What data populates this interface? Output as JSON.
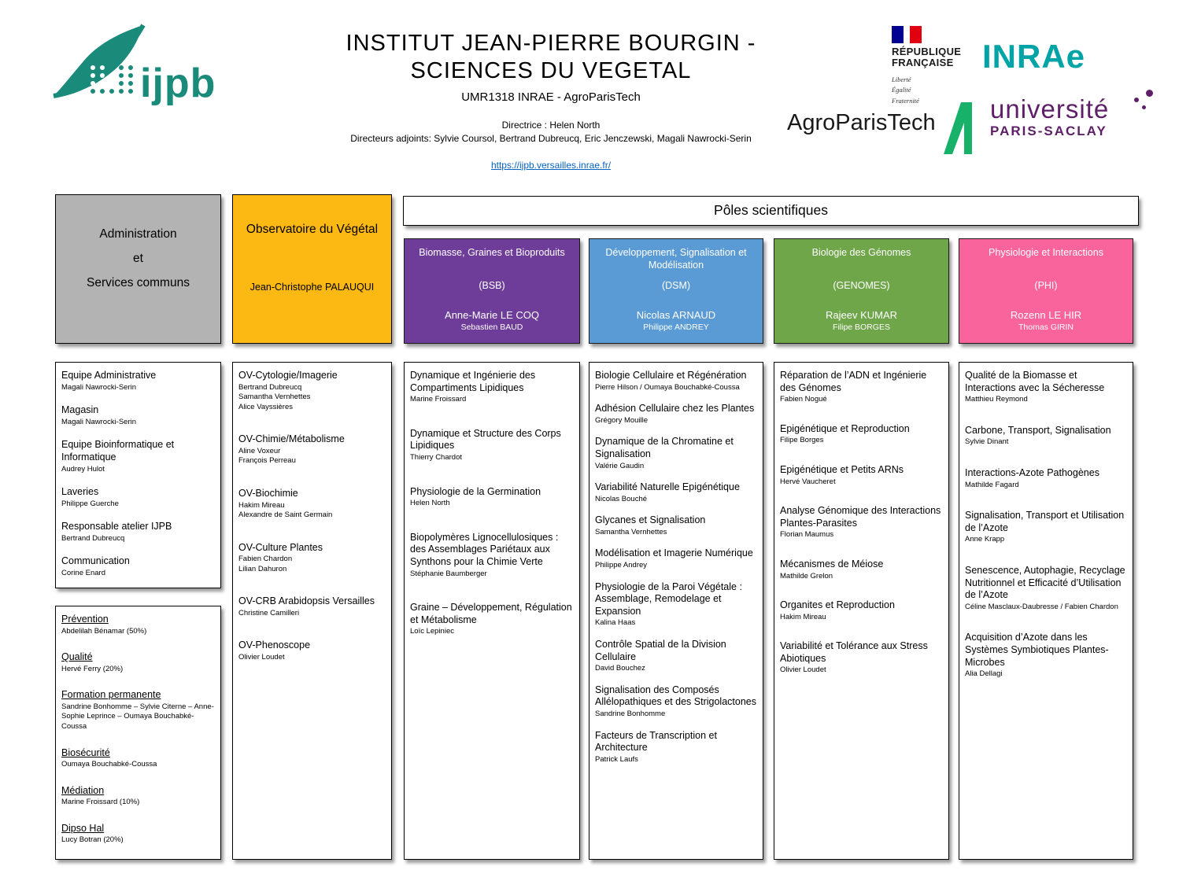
{
  "header": {
    "title_line1": "INSTITUT JEAN-PIERRE BOURGIN -",
    "title_line2": "SCIENCES DU VEGETAL",
    "subtitle": "UMR1318 INRAE - AgroParisTech",
    "director": "Directrice : Helen North",
    "deputies": "Directeurs adjoints: Sylvie Coursol, Bertrand Dubreucq, Eric Jenczewski, Magali Nawrocki-Serin",
    "link": "https://ijpb.versailles.inrae.fr/"
  },
  "logos": {
    "ijpb": {
      "text": "ijpb",
      "color": "#1a8a7a"
    },
    "republique": {
      "line1": "RÉPUBLIQUE",
      "line2": "FRANÇAISE",
      "motto1": "Liberté",
      "motto2": "Égalité",
      "motto3": "Fraternité"
    },
    "inrae": {
      "text": "INRAe",
      "color": "#00a3a6"
    },
    "agroparistech": {
      "text": "AgroParisTech",
      "color": "#17b169"
    },
    "upsaclay": {
      "line1": "université",
      "line2": "PARIS-SACLAY",
      "color": "#5e1e68"
    }
  },
  "administration": {
    "header": {
      "line1": "Administration",
      "line2": "et",
      "line3": "Services communs",
      "color": "#b3b3b3"
    },
    "services": [
      {
        "title": "Equipe Administrative",
        "names": [
          "Magali Nawrocki-Serin"
        ]
      },
      {
        "title": "Magasin",
        "names": [
          "Magali Nawrocki-Serin"
        ]
      },
      {
        "title": "Equipe Bioinformatique et Informatique",
        "names": [
          "Audrey Hulot"
        ]
      },
      {
        "title": "Laveries",
        "names": [
          "Philippe Guerche"
        ]
      },
      {
        "title": "Responsable atelier IJPB",
        "names": [
          "Bertrand Dubreucq"
        ]
      },
      {
        "title": "Communication",
        "names": [
          "Corine Enard"
        ]
      }
    ],
    "missions": [
      {
        "title": "Prévention",
        "names": [
          "Abdelilah Bénamar (50%)"
        ]
      },
      {
        "title": "Qualité",
        "names": [
          "Hervé Ferry (20%)"
        ]
      },
      {
        "title": "Formation permanente",
        "names": [
          "Sandrine Bonhomme – Sylvie Citerne – Anne-Sophie Leprince – Oumaya Bouchabké-Coussa"
        ]
      },
      {
        "title": "Biosécurité",
        "names": [
          "Oumaya Bouchabké-Coussa"
        ]
      },
      {
        "title": "Médiation",
        "names": [
          "Marine Froissard (10%)"
        ]
      },
      {
        "title": "Dipso Hal",
        "names": [
          "Lucy Botran (20%)"
        ]
      }
    ]
  },
  "observatoire": {
    "header": {
      "title": "Observatoire du Végétal",
      "lead": "Jean-Christophe PALAUQUI",
      "color": "#fcb813"
    },
    "teams": [
      {
        "title": "OV-Cytologie/Imagerie",
        "names": [
          "Bertrand Dubreucq",
          "Samantha Vernhettes",
          "Alice Vayssières"
        ]
      },
      {
        "title": "OV-Chimie/Métabolisme",
        "names": [
          "Aline Voxeur",
          "François Perreau"
        ]
      },
      {
        "title": "OV-Biochimie",
        "names": [
          "Hakim Mireau",
          "Alexandre de Saint Germain"
        ]
      },
      {
        "title": "OV-Culture Plantes",
        "names": [
          "Fabien Chardon",
          "Lilian Dahuron"
        ]
      },
      {
        "title": "OV-CRB Arabidopsis Versailles",
        "names": [
          "Christine Camilleri"
        ]
      },
      {
        "title": "OV-Phenoscope",
        "names": [
          "Olivier Loudet"
        ]
      }
    ]
  },
  "poles": {
    "banner": "Pôles scientifiques",
    "items": [
      {
        "title": "Biomasse, Graines et Bioproduits",
        "acronym": "(BSB)",
        "lead": "Anne-Marie LE COQ",
        "deputy": "Sebastien BAUD",
        "color": "#6e3d9a",
        "teams": [
          {
            "title": "Dynamique et Ingénierie des Compartiments Lipidiques",
            "names": [
              "Marine Froissard"
            ]
          },
          {
            "title": "Dynamique et Structure des Corps Lipidiques",
            "names": [
              "Thierry Chardot"
            ]
          },
          {
            "title": "Physiologie de la Germination",
            "names": [
              "Helen North"
            ]
          },
          {
            "title": "Biopolymères Lignocellulosiques : des Assemblages Pariétaux aux Synthons pour la Chimie Verte",
            "names": [
              "Stéphanie Baumberger"
            ]
          },
          {
            "title": "Graine – Développement, Régulation et Métabolisme",
            "names": [
              "Loïc Lepiniec"
            ]
          }
        ]
      },
      {
        "title": "Développement, Signalisation et Modélisation",
        "acronym": "(DSM)",
        "lead": "Nicolas ARNAUD",
        "deputy": "Philippe ANDREY",
        "color": "#5b9bd5",
        "teams": [
          {
            "title": "Biologie Cellulaire et Régénération",
            "names": [
              "Pierre Hilson / Oumaya Bouchabké-Coussa"
            ]
          },
          {
            "title": "Adhésion Cellulaire chez les Plantes",
            "names": [
              "Grégory Mouille"
            ]
          },
          {
            "title": "Dynamique de la Chromatine et Signalisation",
            "names": [
              "Valérie Gaudin"
            ]
          },
          {
            "title": "Variabilité Naturelle Epigénétique",
            "names": [
              "Nicolas Bouché"
            ]
          },
          {
            "title": "Glycanes et Signalisation",
            "names": [
              "Samantha Vernhettes"
            ]
          },
          {
            "title": "Modélisation et Imagerie Numérique",
            "names": [
              "Philippe Andrey"
            ]
          },
          {
            "title": "Physiologie de la Paroi Végétale : Assemblage, Remodelage et Expansion",
            "names": [
              "Kalina Haas"
            ]
          },
          {
            "title": "Contrôle Spatial de la Division Cellulaire",
            "names": [
              "David Bouchez"
            ]
          },
          {
            "title": "Signalisation des Composés Allélopathiques et des Strigolactones",
            "names": [
              "Sandrine Bonhomme"
            ]
          },
          {
            "title": "Facteurs de Transcription et Architecture",
            "names": [
              "Patrick Laufs"
            ]
          }
        ]
      },
      {
        "title": "Biologie des Génomes",
        "acronym": "(GENOMES)",
        "lead": "Rajeev KUMAR",
        "deputy": "Filipe BORGES",
        "color": "#6fa64a",
        "teams": [
          {
            "title": "Réparation de l’ADN et Ingénierie des Génomes",
            "names": [
              "Fabien Nogué"
            ]
          },
          {
            "title": "Epigénétique et Reproduction",
            "names": [
              "Filipe Borges"
            ]
          },
          {
            "title": "Epigénétique et Petits ARNs",
            "names": [
              "Hervé Vaucheret"
            ]
          },
          {
            "title": "Analyse Génomique des Interactions Plantes-Parasites",
            "names": [
              "Florian Maumus"
            ]
          },
          {
            "title": "Mécanismes de Méiose",
            "names": [
              "Mathilde Grelon"
            ]
          },
          {
            "title": "Organites et Reproduction",
            "names": [
              "Hakim Mireau"
            ]
          },
          {
            "title": "Variabilité et Tolérance aux Stress Abiotiques",
            "names": [
              "Olivier Loudet"
            ]
          }
        ]
      },
      {
        "title": "Physiologie et Interactions",
        "acronym": "(PHI)",
        "lead": "Rozenn LE HIR",
        "deputy": "Thomas GIRIN",
        "color": "#f9649c",
        "teams": [
          {
            "title": "Qualité de la Biomasse et Interactions avec la Sécheresse",
            "names": [
              "Matthieu Reymond"
            ]
          },
          {
            "title": "Carbone, Transport, Signalisation",
            "names": [
              "Sylvie Dinant"
            ]
          },
          {
            "title": "Interactions-Azote Pathogènes",
            "names": [
              "Mathilde Fagard"
            ]
          },
          {
            "title": "Signalisation, Transport et Utilisation de l’Azote",
            "names": [
              "Anne Krapp"
            ]
          },
          {
            "title": "Senescence, Autophagie, Recyclage Nutritionnel et Efficacité d’Utilisation de l’Azote",
            "names": [
              "Céline Masclaux-Daubresse / Fabien Chardon"
            ]
          },
          {
            "title": "Acquisition d’Azote dans les Systèmes Symbiotiques Plantes-Microbes",
            "names": [
              "Alia Dellagi"
            ]
          }
        ]
      }
    ]
  }
}
